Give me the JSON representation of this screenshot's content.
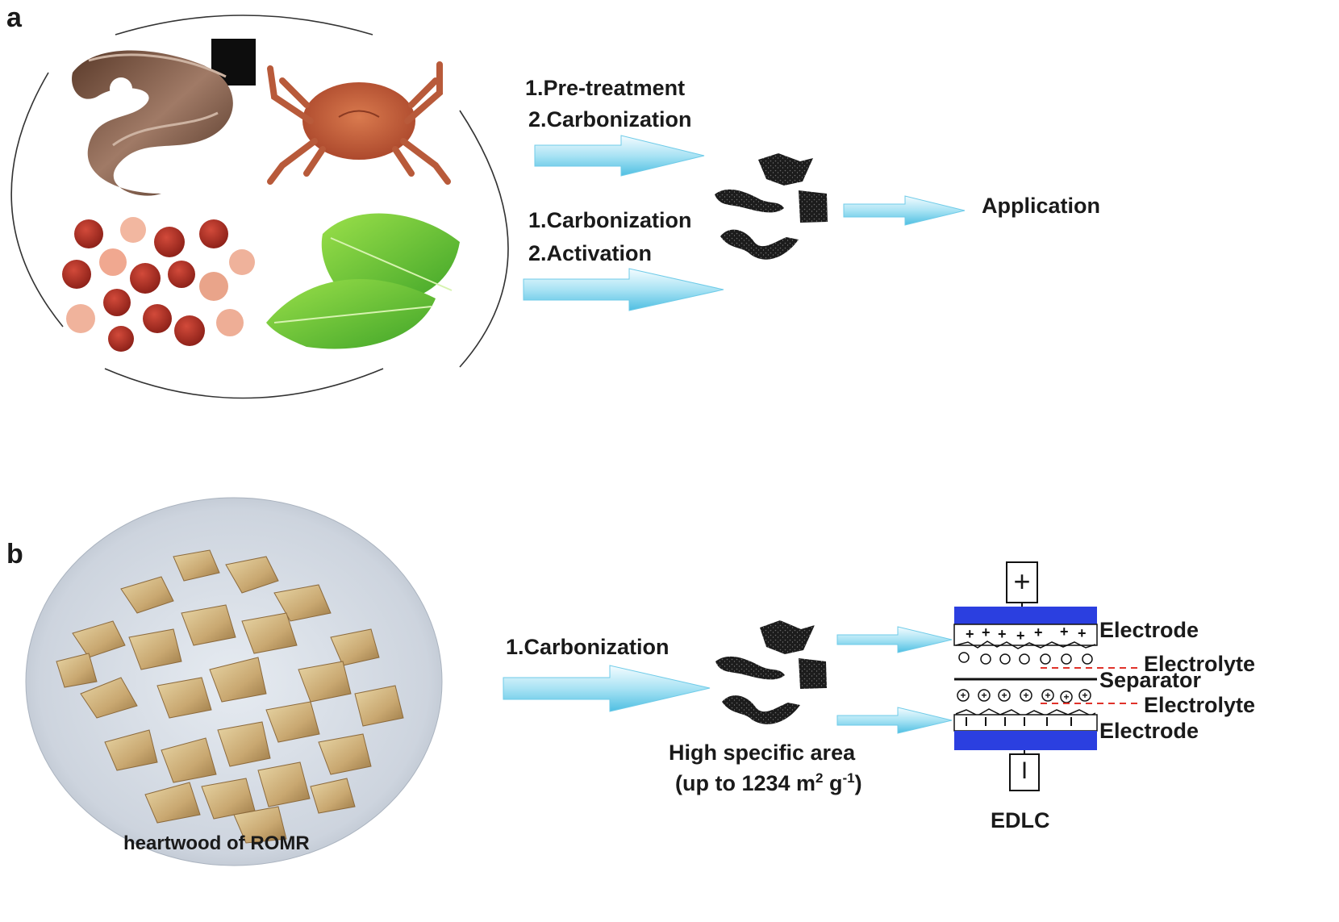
{
  "panel_a": {
    "letter": "a",
    "route1": {
      "step1": "1.Pre-treatment",
      "step2": "2.Carbonization"
    },
    "route2": {
      "step1": "1.Carbonization",
      "step2": "2.Activation"
    },
    "output": "Application",
    "images": [
      "hair-photo",
      "crab-photo",
      "seed-shells-photo",
      "leaves-photo"
    ]
  },
  "panel_b": {
    "letter": "b",
    "photo_caption": "heartwood of ROMR",
    "step": "1.Carbonization",
    "carbon_caption": {
      "line1": "High specific area",
      "line2_prefix": "(up to 1234 m",
      "exp_m": "2",
      "unit_g": " g",
      "exp_g": "-1",
      "suffix": ")"
    },
    "edlc": {
      "positive_terminal": "+",
      "negative_terminal": "I",
      "electrode_top": "Electrode",
      "electrolyte_top": "Electrolyte",
      "separator": "Separator",
      "electrolyte_bottom": "Electrolyte",
      "electrode_bottom": "Electrode",
      "title": "EDLC"
    }
  },
  "colors": {
    "arrow_light": "#d8f3fb",
    "arrow_dark": "#5bc7e6",
    "electrode_blue": "#2b3fe0",
    "electrolyte_red": "#e0322a",
    "carbon_black": "#1b1b1b"
  }
}
